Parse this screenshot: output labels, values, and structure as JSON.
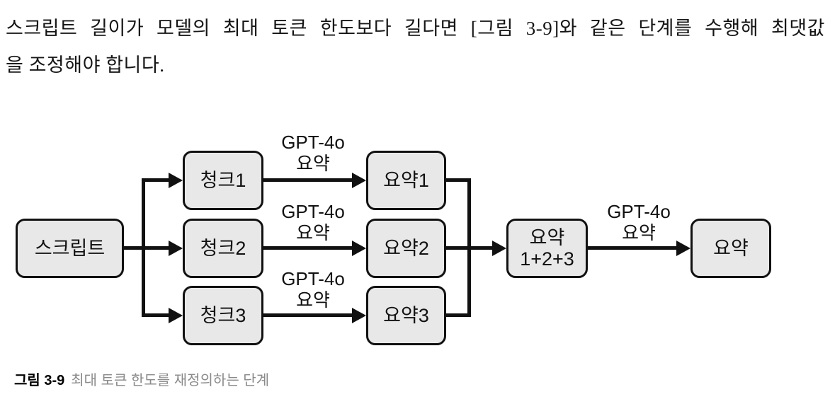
{
  "paragraph": {
    "line1": "스크립트 길이가 모델의 최대 토큰 한도보다 길다면 [그림 3-9]와 같은 단계를 수행해 최댓값",
    "line2": "을 조정해야 합니다."
  },
  "diagram": {
    "boxes": {
      "script": "스크립트",
      "chunk1": "청크1",
      "chunk2": "청크2",
      "chunk3": "청크3",
      "summary1": "요약1",
      "summary2": "요약2",
      "summary3": "요약3",
      "combined_line1": "요약",
      "combined_line2": "1+2+3",
      "final": "요약"
    },
    "edge_labels": {
      "gpt4o": "GPT-4o",
      "summarize": "요약"
    },
    "colors": {
      "box_fill": "#e8e8e8",
      "box_border": "#111111",
      "line": "#111111",
      "caption_label": "#000000",
      "caption_text": "#8a8a8a"
    }
  },
  "caption": {
    "label": "그림 3-9",
    "text": "최대 토큰 한도를 재정의하는 단계"
  }
}
